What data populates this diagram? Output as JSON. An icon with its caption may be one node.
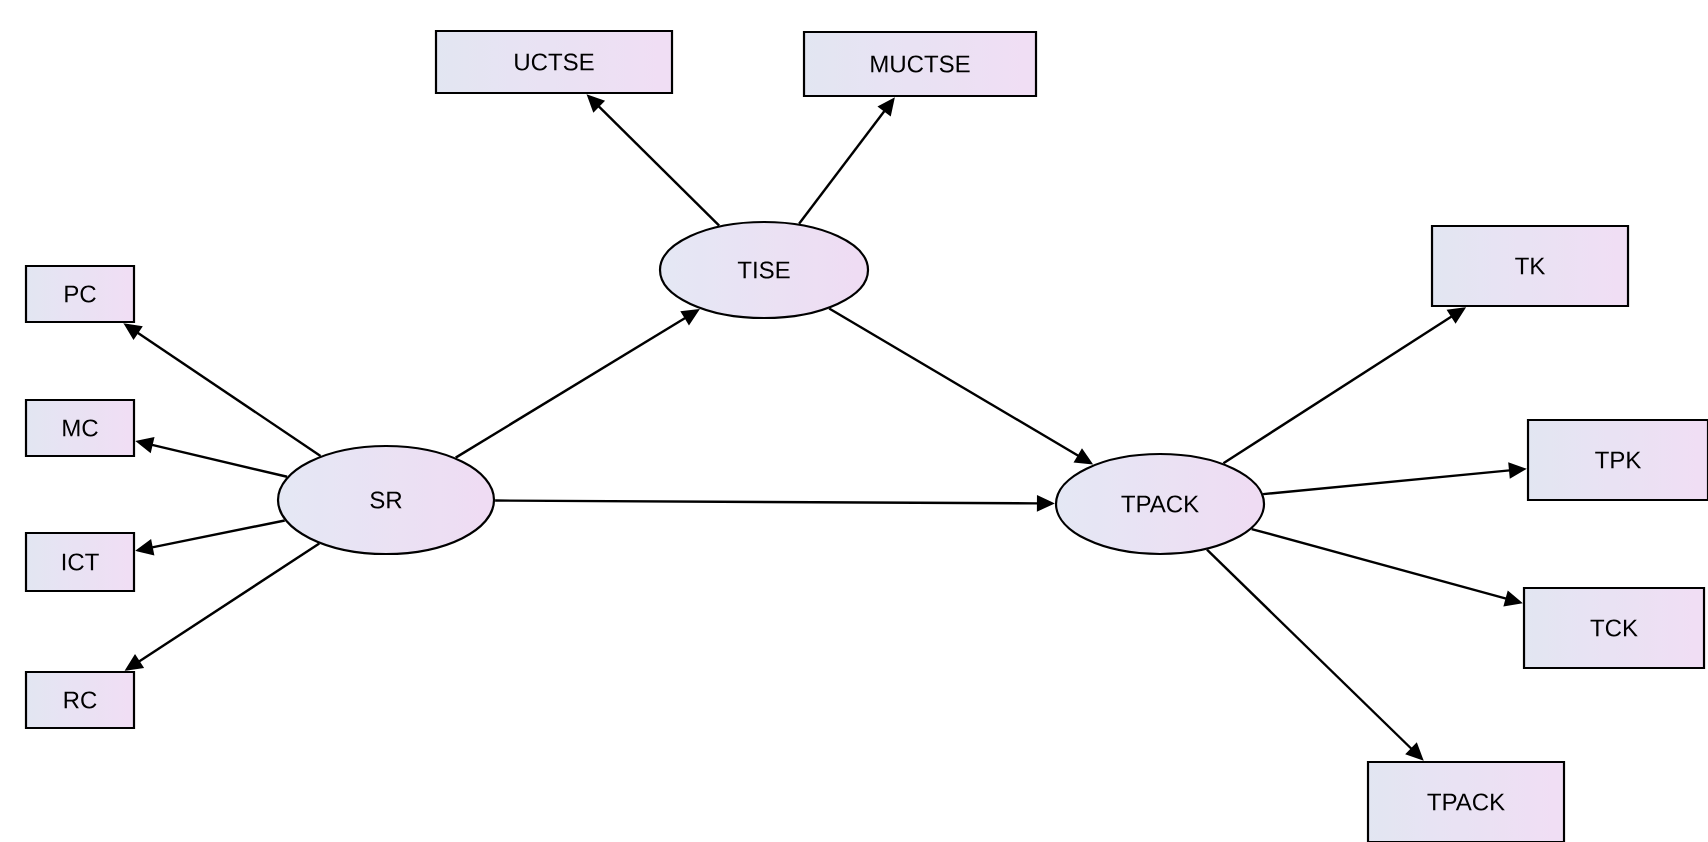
{
  "diagram": {
    "nodes": [
      {
        "text": [
          "UCTSE"
        ]
      },
      {
        "text": [
          "MUCTSE"
        ]
      },
      {
        "text": [
          "TISE"
        ]
      },
      {
        "text": [
          "PC"
        ]
      },
      {
        "text": [
          "TK"
        ]
      },
      {
        "text": [
          "MC"
        ]
      },
      {
        "text": [
          "SR"
        ]
      },
      {
        "text": [
          "TPACK"
        ]
      },
      {
        "text": [
          "TPK"
        ]
      },
      {
        "text": [
          "ICT"
        ]
      },
      {
        "text": [
          "TCK"
        ]
      },
      {
        "text": [
          "RC"
        ]
      },
      {
        "text": [
          "TPACK"
        ]
      }
    ],
    "edges": [
      {
        "from": 6,
        "to": 3,
        "arrow": "to"
      },
      {
        "from": 6,
        "to": 5,
        "arrow": "to"
      },
      {
        "from": 6,
        "to": 9,
        "arrow": "to"
      },
      {
        "from": 6,
        "to": 11,
        "arrow": "to"
      },
      {
        "from": 6,
        "to": 2,
        "arrow": "to"
      },
      {
        "from": 6,
        "to": 7,
        "arrow": "to"
      },
      {
        "from": 2,
        "to": 0,
        "arrow": "to"
      },
      {
        "from": 2,
        "to": 1,
        "arrow": "to"
      },
      {
        "from": 2,
        "to": 7,
        "arrow": "to"
      },
      {
        "from": 7,
        "to": 4,
        "arrow": "to"
      },
      {
        "from": 7,
        "to": 8,
        "arrow": "to"
      },
      {
        "from": 7,
        "to": 10,
        "arrow": "to"
      },
      {
        "from": 7,
        "to": 12,
        "arrow": "to"
      }
    ]
  }
}
